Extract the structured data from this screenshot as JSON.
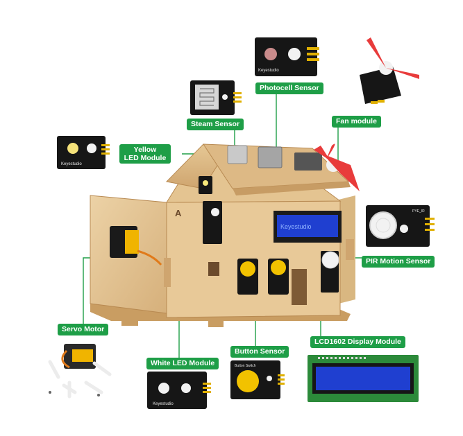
{
  "diagram": {
    "labels": {
      "photocell": "Photocell Sensor",
      "steam": "Steam Sensor",
      "fan": "Fan module",
      "yellow_led_line1": "Yellow",
      "yellow_led_line2": "LED Module",
      "pir": "PIR Motion Sensor",
      "servo": "Servo Motor",
      "white_led": "White LED Module",
      "button": "Button Sensor",
      "lcd": "LCD1602 Display Module"
    },
    "board_brand": "Keyestudio",
    "lcd_screen_text": "Keyestudio",
    "button_board_text": "Button Switch",
    "pir_board_text": "PYE_IR",
    "house_marker": "A",
    "colors": {
      "label_green": "#1e9e47",
      "pcb_black": "#161616",
      "wood": "#e2c08f",
      "lcd_blue": "#1f3fd0",
      "lcd_board_green": "#2c8a3a",
      "fan_red": "#e83b3b",
      "button_yellow": "#f2c200"
    }
  }
}
